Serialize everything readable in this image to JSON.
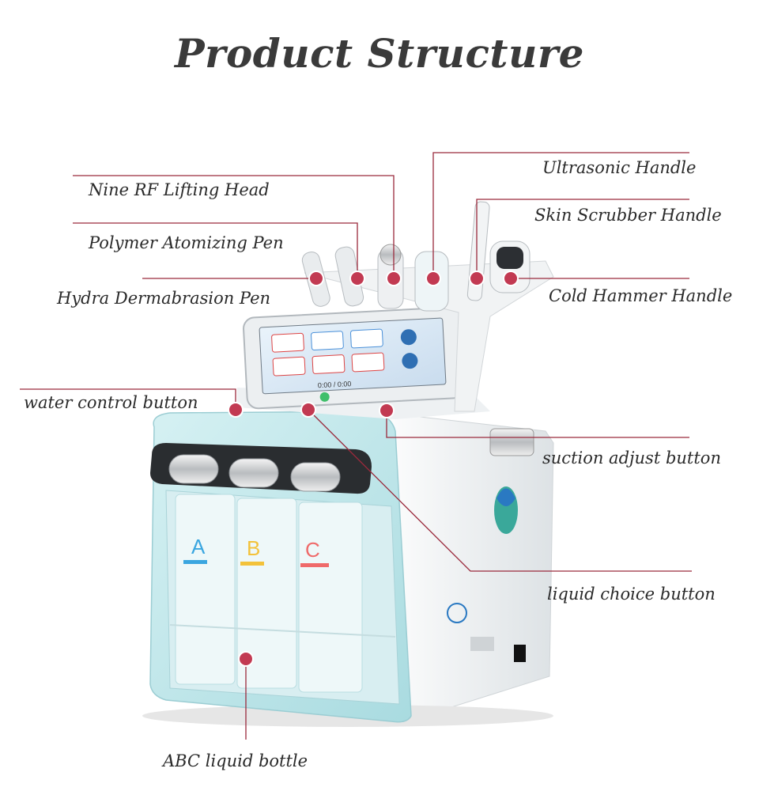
{
  "title": "Product Structure",
  "labels": {
    "nine_rf": "Nine RF Lifting Head",
    "polymer": "Polymer Atomizing Pen",
    "hydra": "Hydra Dermabrasion Pen",
    "water": "water control button",
    "ultrasonic": "Ultrasonic Handle",
    "skin_scrubber": "Skin Scrubber Handle",
    "cold_hammer": "Cold Hammer Handle",
    "suction": "suction adjust button",
    "liquid_choice": "liquid choice button",
    "abc_bottle": "ABC liquid bottle"
  },
  "machine": {
    "bottle_letters": [
      "A",
      "B",
      "C"
    ],
    "screen_time": "0:00 / 0:00"
  },
  "colors": {
    "leader_line": "#9a2a3c",
    "dot": "#c23a52",
    "body_teal": "#bfe6ea",
    "body_white": "#f3f5f6"
  }
}
